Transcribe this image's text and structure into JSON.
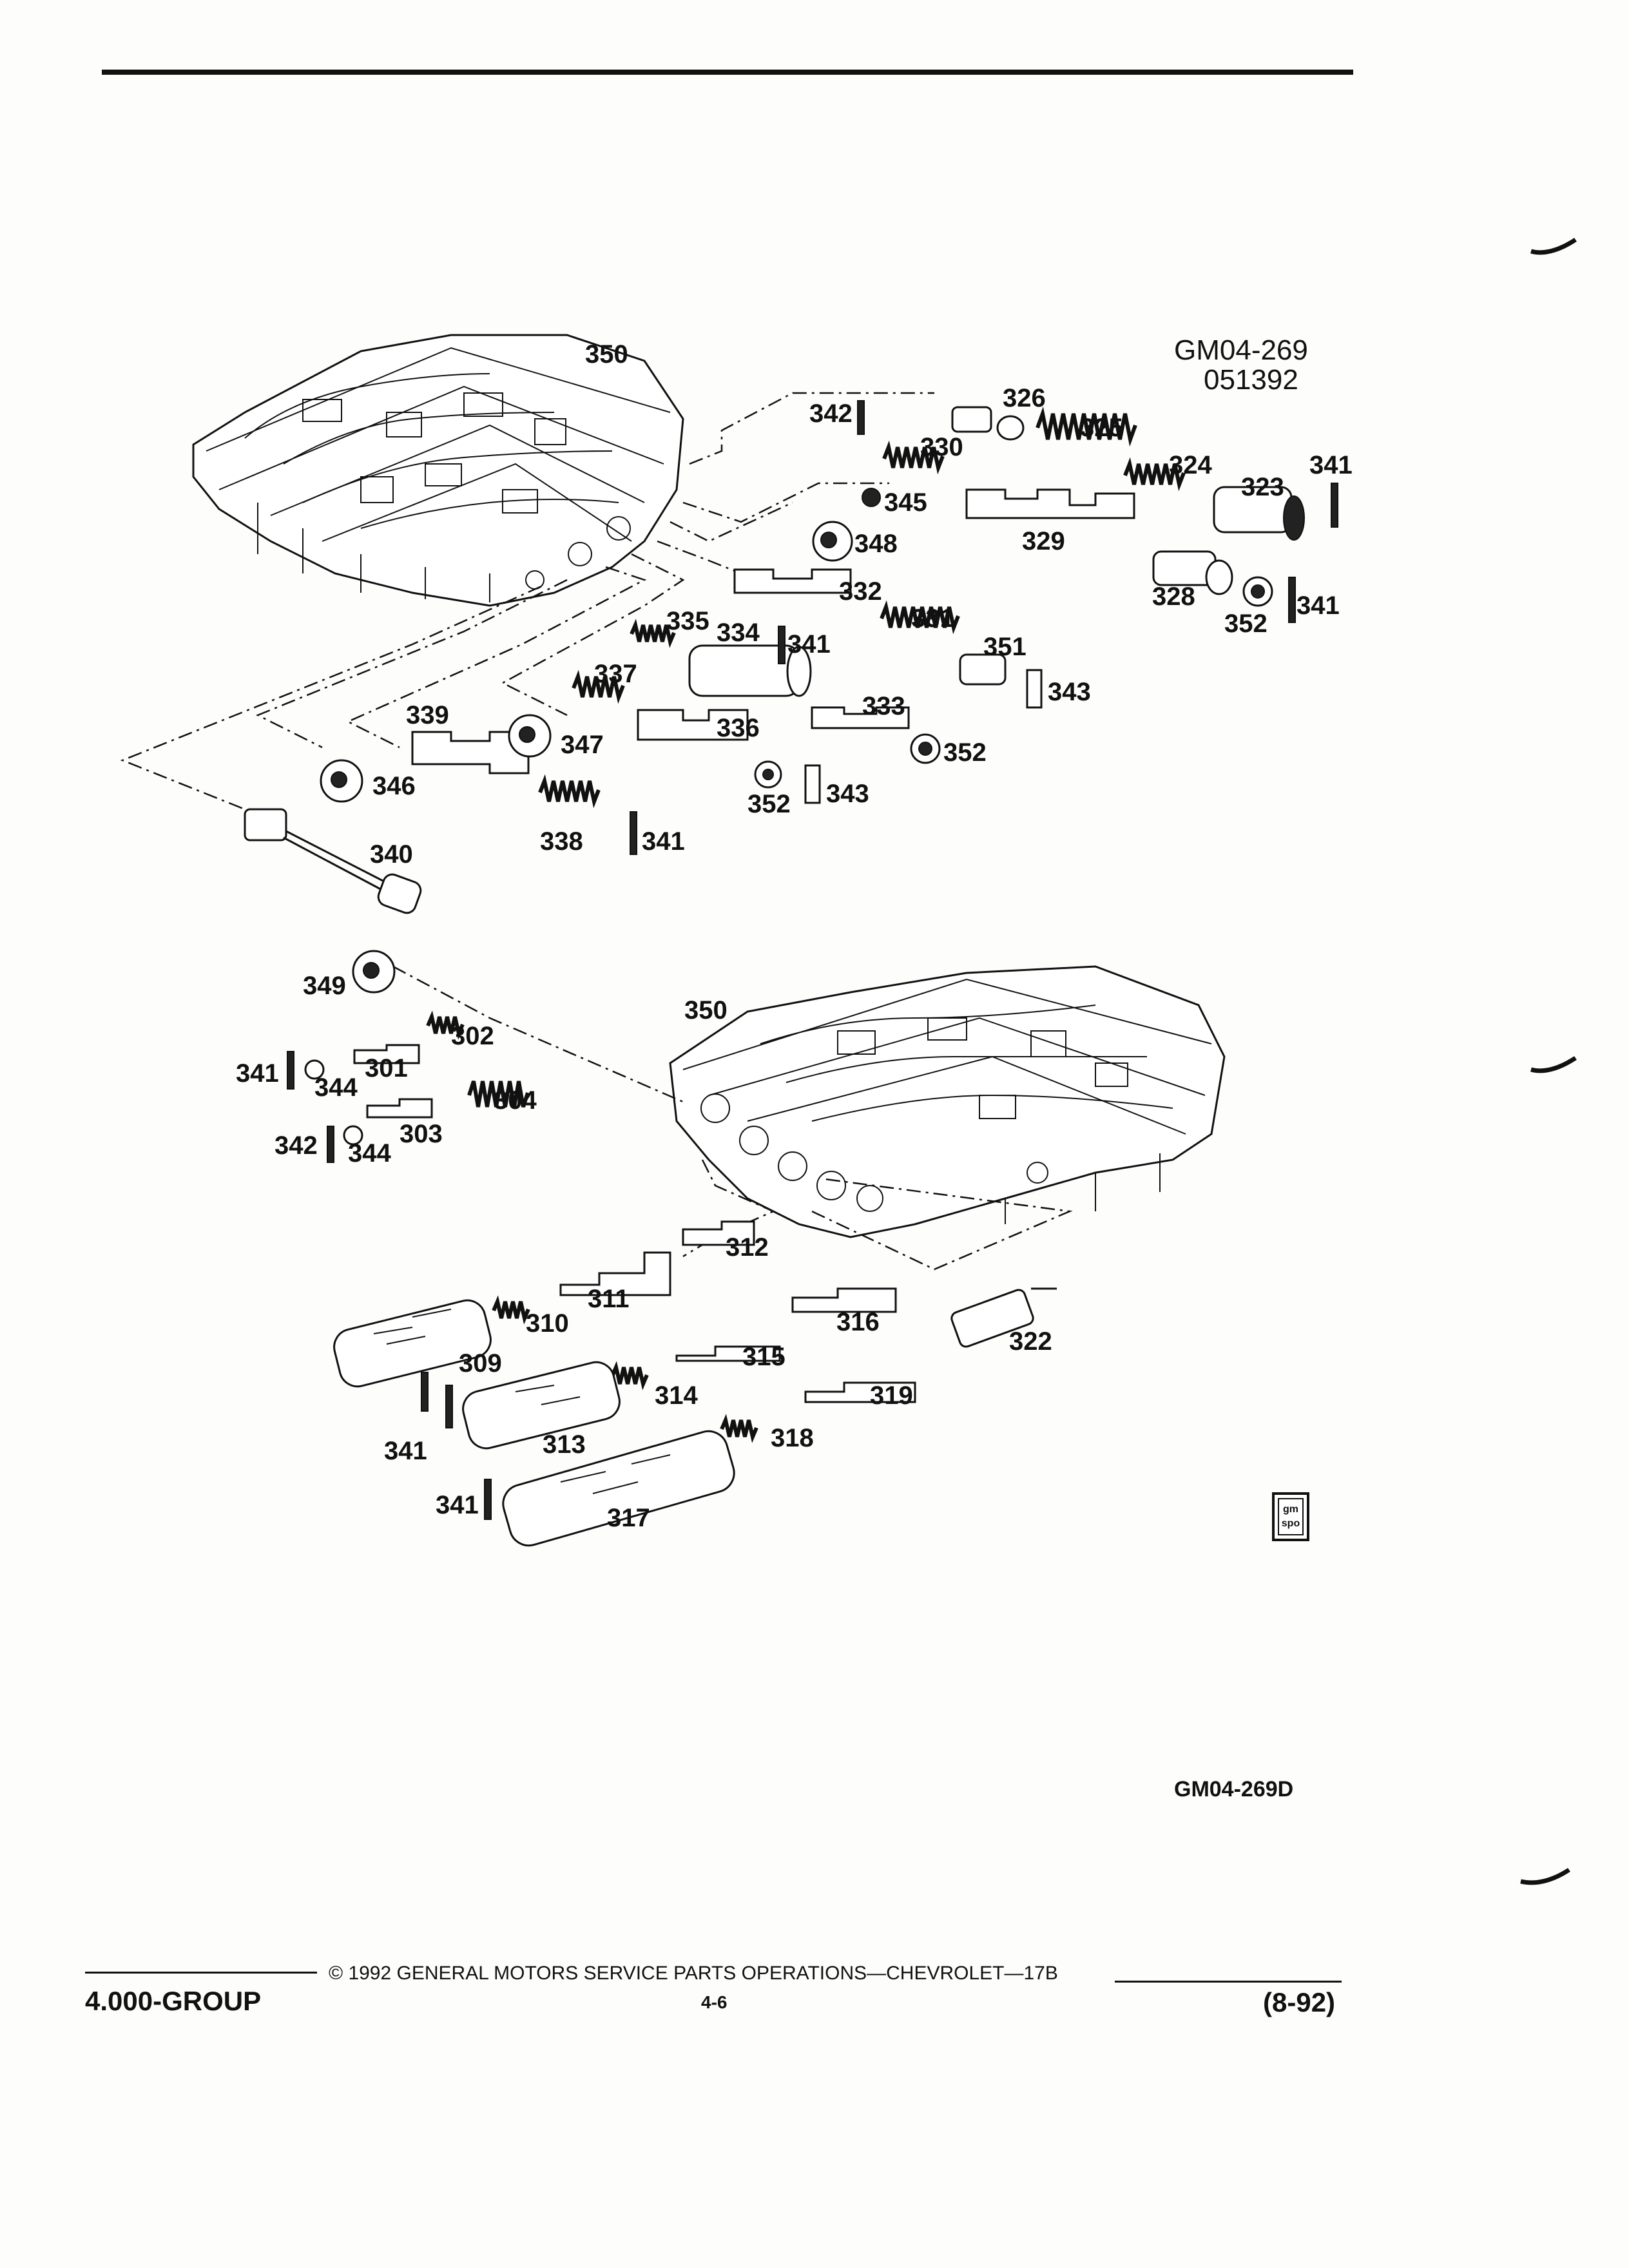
{
  "header": {
    "figure_id": "GM04-269",
    "figure_date": "051392"
  },
  "figure_footer_id": "GM04-269D",
  "badge": {
    "line1": "gm",
    "line2": "spo"
  },
  "footer": {
    "group": "4.000-GROUP",
    "copyright": "© 1992 GENERAL MOTORS SERVICE PARTS OPERATIONS—CHEVROLET—17B",
    "page": "4-6",
    "date": "(8-92)"
  },
  "callouts_upper": [
    "350",
    "342",
    "326",
    "325",
    "330",
    "324",
    "323",
    "341",
    "345",
    "348",
    "329",
    "328",
    "341",
    "352",
    "332",
    "331",
    "335",
    "334",
    "341",
    "351",
    "343",
    "337",
    "333",
    "339",
    "336",
    "347",
    "352",
    "346",
    "352",
    "343",
    "338",
    "341",
    "340"
  ],
  "callouts_lower": [
    "349",
    "302",
    "350",
    "341",
    "301",
    "344",
    "304",
    "342",
    "303",
    "344",
    "312",
    "311",
    "310",
    "316",
    "322",
    "309",
    "315",
    "314",
    "319",
    "341",
    "313",
    "318",
    "341",
    "317"
  ]
}
